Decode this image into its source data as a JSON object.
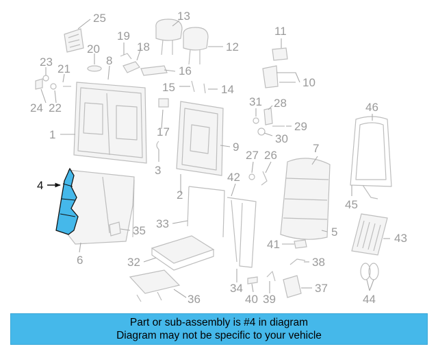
{
  "diagram": {
    "highlight_color": "#45b8ea",
    "highlighted_part": "4",
    "callouts": [
      "1",
      "2",
      "3",
      "4",
      "5",
      "6",
      "7",
      "8",
      "9",
      "10",
      "11",
      "12",
      "13",
      "14",
      "15",
      "16",
      "17",
      "18",
      "19",
      "20",
      "21",
      "22",
      "23",
      "24",
      "25",
      "26",
      "27",
      "28",
      "29",
      "30",
      "31",
      "32",
      "33",
      "34",
      "35",
      "36",
      "37",
      "38",
      "39",
      "40",
      "41",
      "42",
      "43",
      "44",
      "45",
      "46"
    ]
  },
  "banner": {
    "line1": "Part or sub-assembly is #4 in diagram",
    "line2": "Diagram may not be specific to your vehicle",
    "color": "#45b8ea"
  }
}
